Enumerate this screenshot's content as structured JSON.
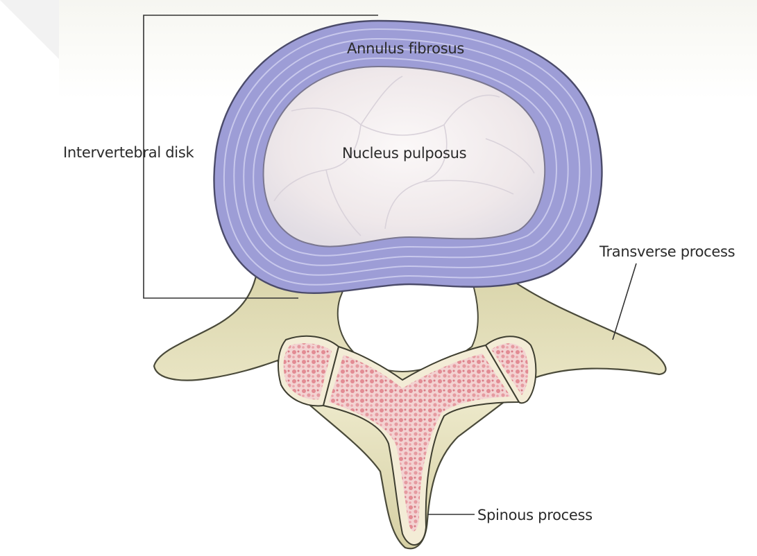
{
  "labels": {
    "annulus": "Annulus fibrosus",
    "nucleus": "Nucleus pulposus",
    "disk": "Intervertebral disk",
    "transverse": "Transverse process",
    "spinous": "Spinous process"
  },
  "colors": {
    "background": "#ffffff",
    "annulus": "#9d9dd6",
    "nucleus": "#f2eeee",
    "bone": "#e7e3c0",
    "marrow": "#e9a0a6",
    "leader": "#333333"
  }
}
